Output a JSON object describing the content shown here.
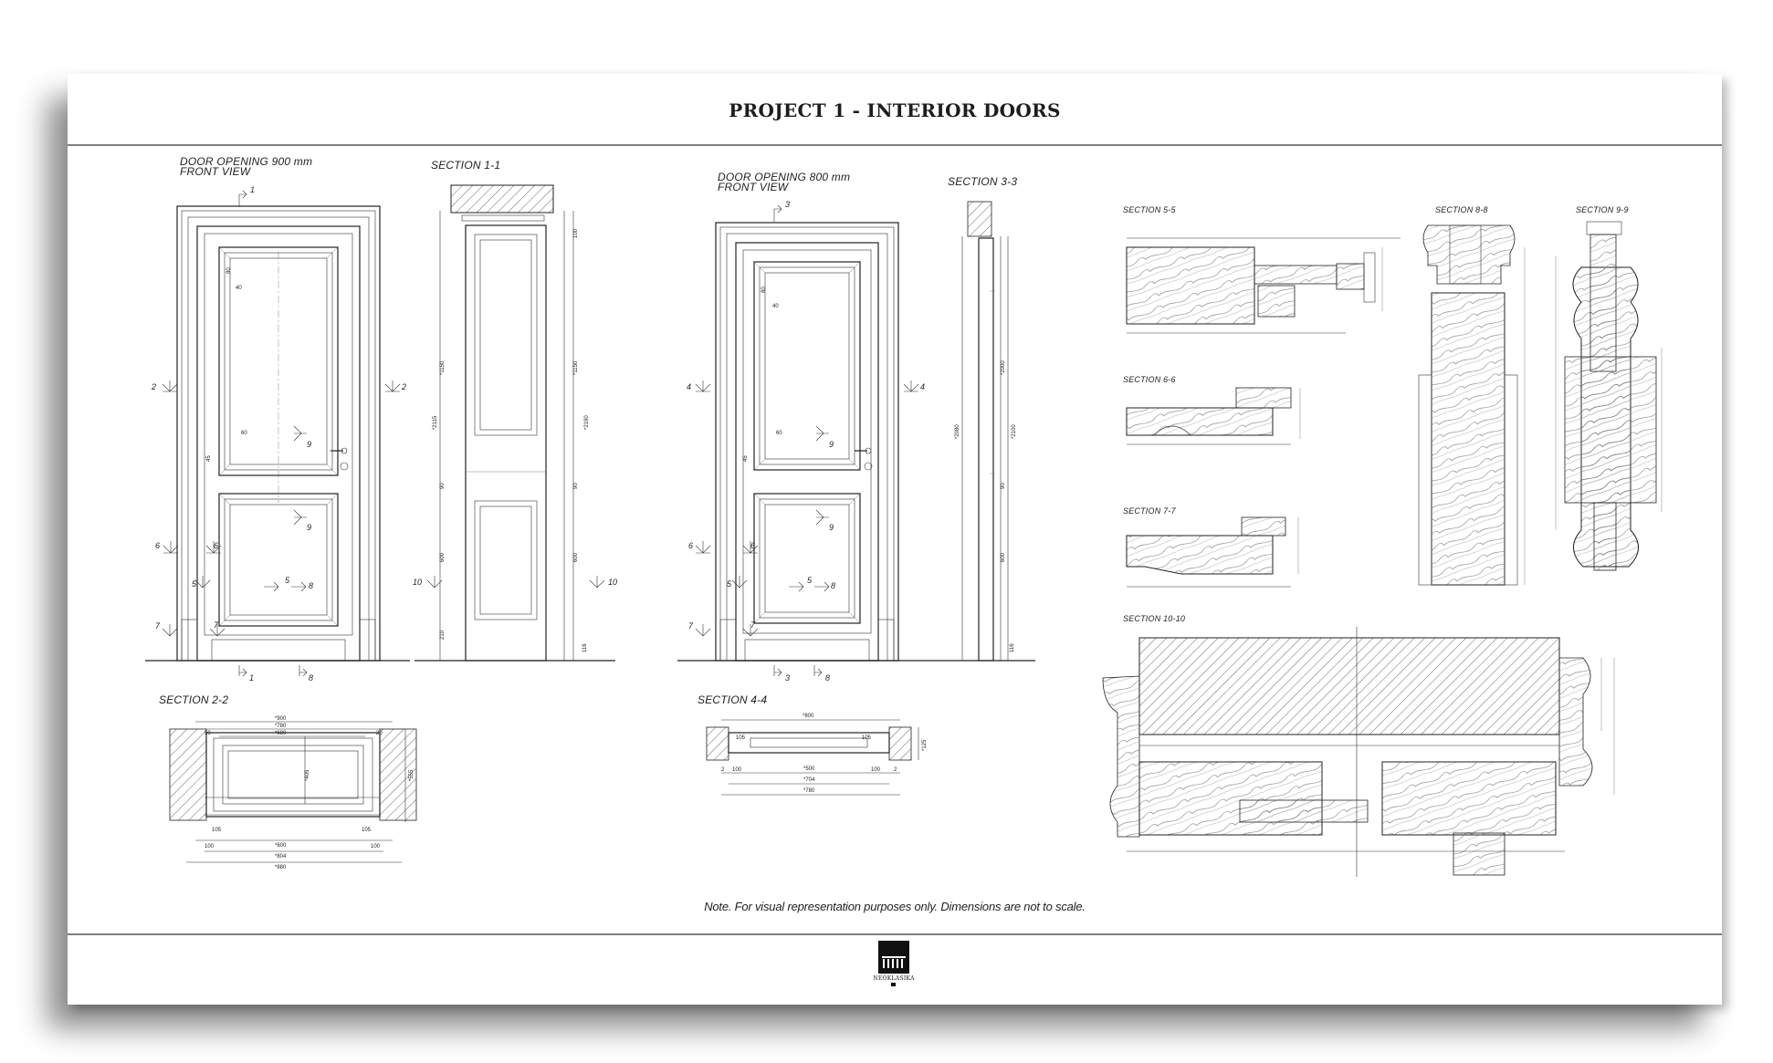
{
  "title": "PROJECT 1 - INTERIOR DOORS",
  "note": "Note. For visual representation purposes only. Dimensions are not to scale.",
  "brand": "NEOKLASIKA",
  "views": {
    "front_900": {
      "line1": "DOOR OPENING 900 mm",
      "line2": "FRONT VIEW"
    },
    "front_800": {
      "line1": "DOOR OPENING 800 mm",
      "line2": "FRONT VIEW"
    },
    "section_1_1": "SECTION 1-1",
    "section_2_2": "SECTION 2-2",
    "section_3_3": "SECTION 3-3",
    "section_4_4": "SECTION 4-4",
    "section_5_5": "SECTION 5-5",
    "section_6_6": "SECTION 6-6",
    "section_7_7": "SECTION 7-7",
    "section_8_8": "SECTION 8-8",
    "section_9_9": "SECTION 9-9",
    "section_10_10": "SECTION 10-10"
  },
  "markers": {
    "m1": "1",
    "m2": "2",
    "m3": "3",
    "m4": "4",
    "m5": "5",
    "m6": "6",
    "m7": "7",
    "m8": "8",
    "m9": "9",
    "m10": "10"
  },
  "dimensions": {
    "s22_900": "*900",
    "s22_780": "*780",
    "s22_680": "*680",
    "s22_50": "50",
    "s22_20": "20",
    "s22_405": "*405",
    "s22_555": "*555",
    "s22_105": "105",
    "s22_100": "100",
    "s22_600": "*600",
    "s22_804": "*804",
    "s22_880": "*880",
    "s44_800": "*800",
    "s44_105": "105",
    "s44_500": "*500",
    "s44_704": "*704",
    "s44_780": "*780",
    "s44_100": "100",
    "s44_2": "2",
    "s44_125": "*125",
    "s11_2115": "*2115",
    "s11_2190": "*2190",
    "s11_1150": "*1150",
    "s11_600": "600",
    "s11_90": "90",
    "s11_116": "116",
    "s11_210": "210",
    "s11_100": "100",
    "s33_2080": "*2080",
    "s33_2100": "*2100",
    "s33_2000": "*2000",
    "fv_60": "60",
    "fv_40": "40",
    "fv_45": "45",
    "fv_80": "80",
    "fv_55": "55"
  }
}
